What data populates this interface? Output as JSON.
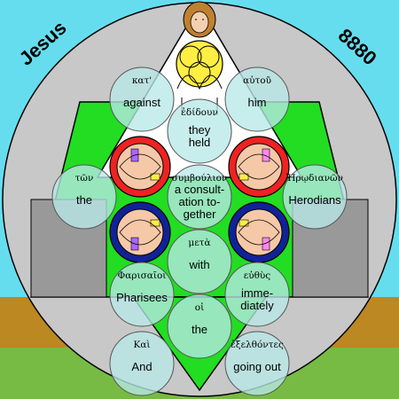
{
  "header": {
    "left_word": "Jesus",
    "right_number": "8880"
  },
  "circles": [
    {
      "id": "kat",
      "greek": "κατ'",
      "english": [
        "against"
      ]
    },
    {
      "id": "autou",
      "greek": "αὐτοῦ",
      "english": [
        "him"
      ]
    },
    {
      "id": "edidoun",
      "greek": "ἐδίδουν",
      "english": [
        "they",
        "held"
      ]
    },
    {
      "id": "ton",
      "greek": "τῶν",
      "english": [
        "the"
      ]
    },
    {
      "id": "herodianon",
      "greek": "Ἡρῳδιανῶν",
      "english": [
        "Herodians"
      ]
    },
    {
      "id": "symboulion",
      "greek": "συμβούλιον",
      "english": [
        "a consult-",
        "ation to-",
        "gether"
      ]
    },
    {
      "id": "meta",
      "greek": "μετὰ",
      "english": [
        "with"
      ]
    },
    {
      "id": "pharisaioi",
      "greek": "Φαρισαῖοι",
      "english": [
        "Pharisees"
      ]
    },
    {
      "id": "euthys",
      "greek": "εὐθὺς",
      "english": [
        "imme-",
        "diately"
      ]
    },
    {
      "id": "hoi",
      "greek": "οἱ",
      "english": [
        "the"
      ]
    },
    {
      "id": "kai",
      "greek": "Καὶ",
      "english": [
        "And"
      ]
    },
    {
      "id": "exelthontes",
      "greek": "ἐξελθόντες",
      "english": [
        "going out"
      ]
    }
  ],
  "colors": {
    "sky": "#66ddee",
    "disc": "#c8c8c8",
    "green": "#22dd22",
    "ground": "#bb8822",
    "grass": "#77bb44",
    "grey_band": "#999999",
    "circle_fill": "#b8e8e8",
    "red": "#ee2222",
    "navy": "#112299",
    "peach": "#f5c8a8",
    "yellow": "#ffee44",
    "violet": "#aa66ff",
    "pink": "#ff88ee"
  }
}
